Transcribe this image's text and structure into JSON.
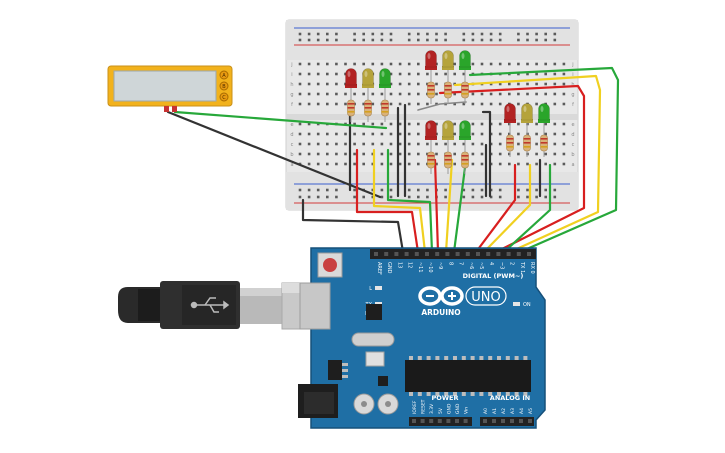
{
  "arduino": {
    "brand": "ARDUINO",
    "model": "UNO",
    "header_digital": "DIGITAL (PWM~)",
    "header_power": "POWER",
    "header_analog": "ANALOG IN",
    "on_label": "ON",
    "led_l": "L",
    "led_tx": "TX",
    "led_rx": "RX",
    "digital_pins": [
      "AREF",
      "GND",
      "13",
      "12",
      "~11",
      "~10",
      "~9",
      "8",
      "7",
      "~6",
      "~5",
      "4",
      "~3",
      "2",
      "TX 1",
      "RX 0"
    ],
    "power_pins": [
      "IOREF",
      "RESET",
      "3.3V",
      "5V",
      "GND",
      "GND",
      "Vin"
    ],
    "analog_pins": [
      "A0",
      "A1",
      "A2",
      "A3",
      "A4",
      "A5"
    ]
  },
  "breadboard": {
    "row_letters": [
      "j",
      "i",
      "h",
      "g",
      "f",
      "e",
      "d",
      "c",
      "b",
      "a"
    ]
  },
  "display": {
    "buttons": [
      "A",
      "B",
      "C"
    ]
  },
  "leds": [
    {
      "group": "left",
      "color": "red"
    },
    {
      "group": "left",
      "color": "yellow"
    },
    {
      "group": "left",
      "color": "green"
    },
    {
      "group": "center-top",
      "color": "red"
    },
    {
      "group": "center-top",
      "color": "yellow"
    },
    {
      "group": "center-top",
      "color": "green"
    },
    {
      "group": "center-bottom",
      "color": "red"
    },
    {
      "group": "center-bottom",
      "color": "yellow"
    },
    {
      "group": "center-bottom",
      "color": "green"
    },
    {
      "group": "right",
      "color": "red"
    },
    {
      "group": "right",
      "color": "yellow"
    },
    {
      "group": "right",
      "color": "green"
    }
  ],
  "colors": {
    "board": "#1f6fa5",
    "board_edge": "#16507a",
    "breadboard": "#e9e9e9",
    "rail_red": "#d33a3a",
    "rail_blue": "#3a5fcf",
    "led_red": "#b22222",
    "led_yellow": "#b5a33a",
    "led_green": "#2aa52a",
    "wire_red": "#d81f1f",
    "wire_yellow": "#f0d020",
    "wire_green": "#27a83a",
    "wire_black": "#333333",
    "display_frame": "#f2b21c",
    "display_screen": "#cfd6d8"
  }
}
